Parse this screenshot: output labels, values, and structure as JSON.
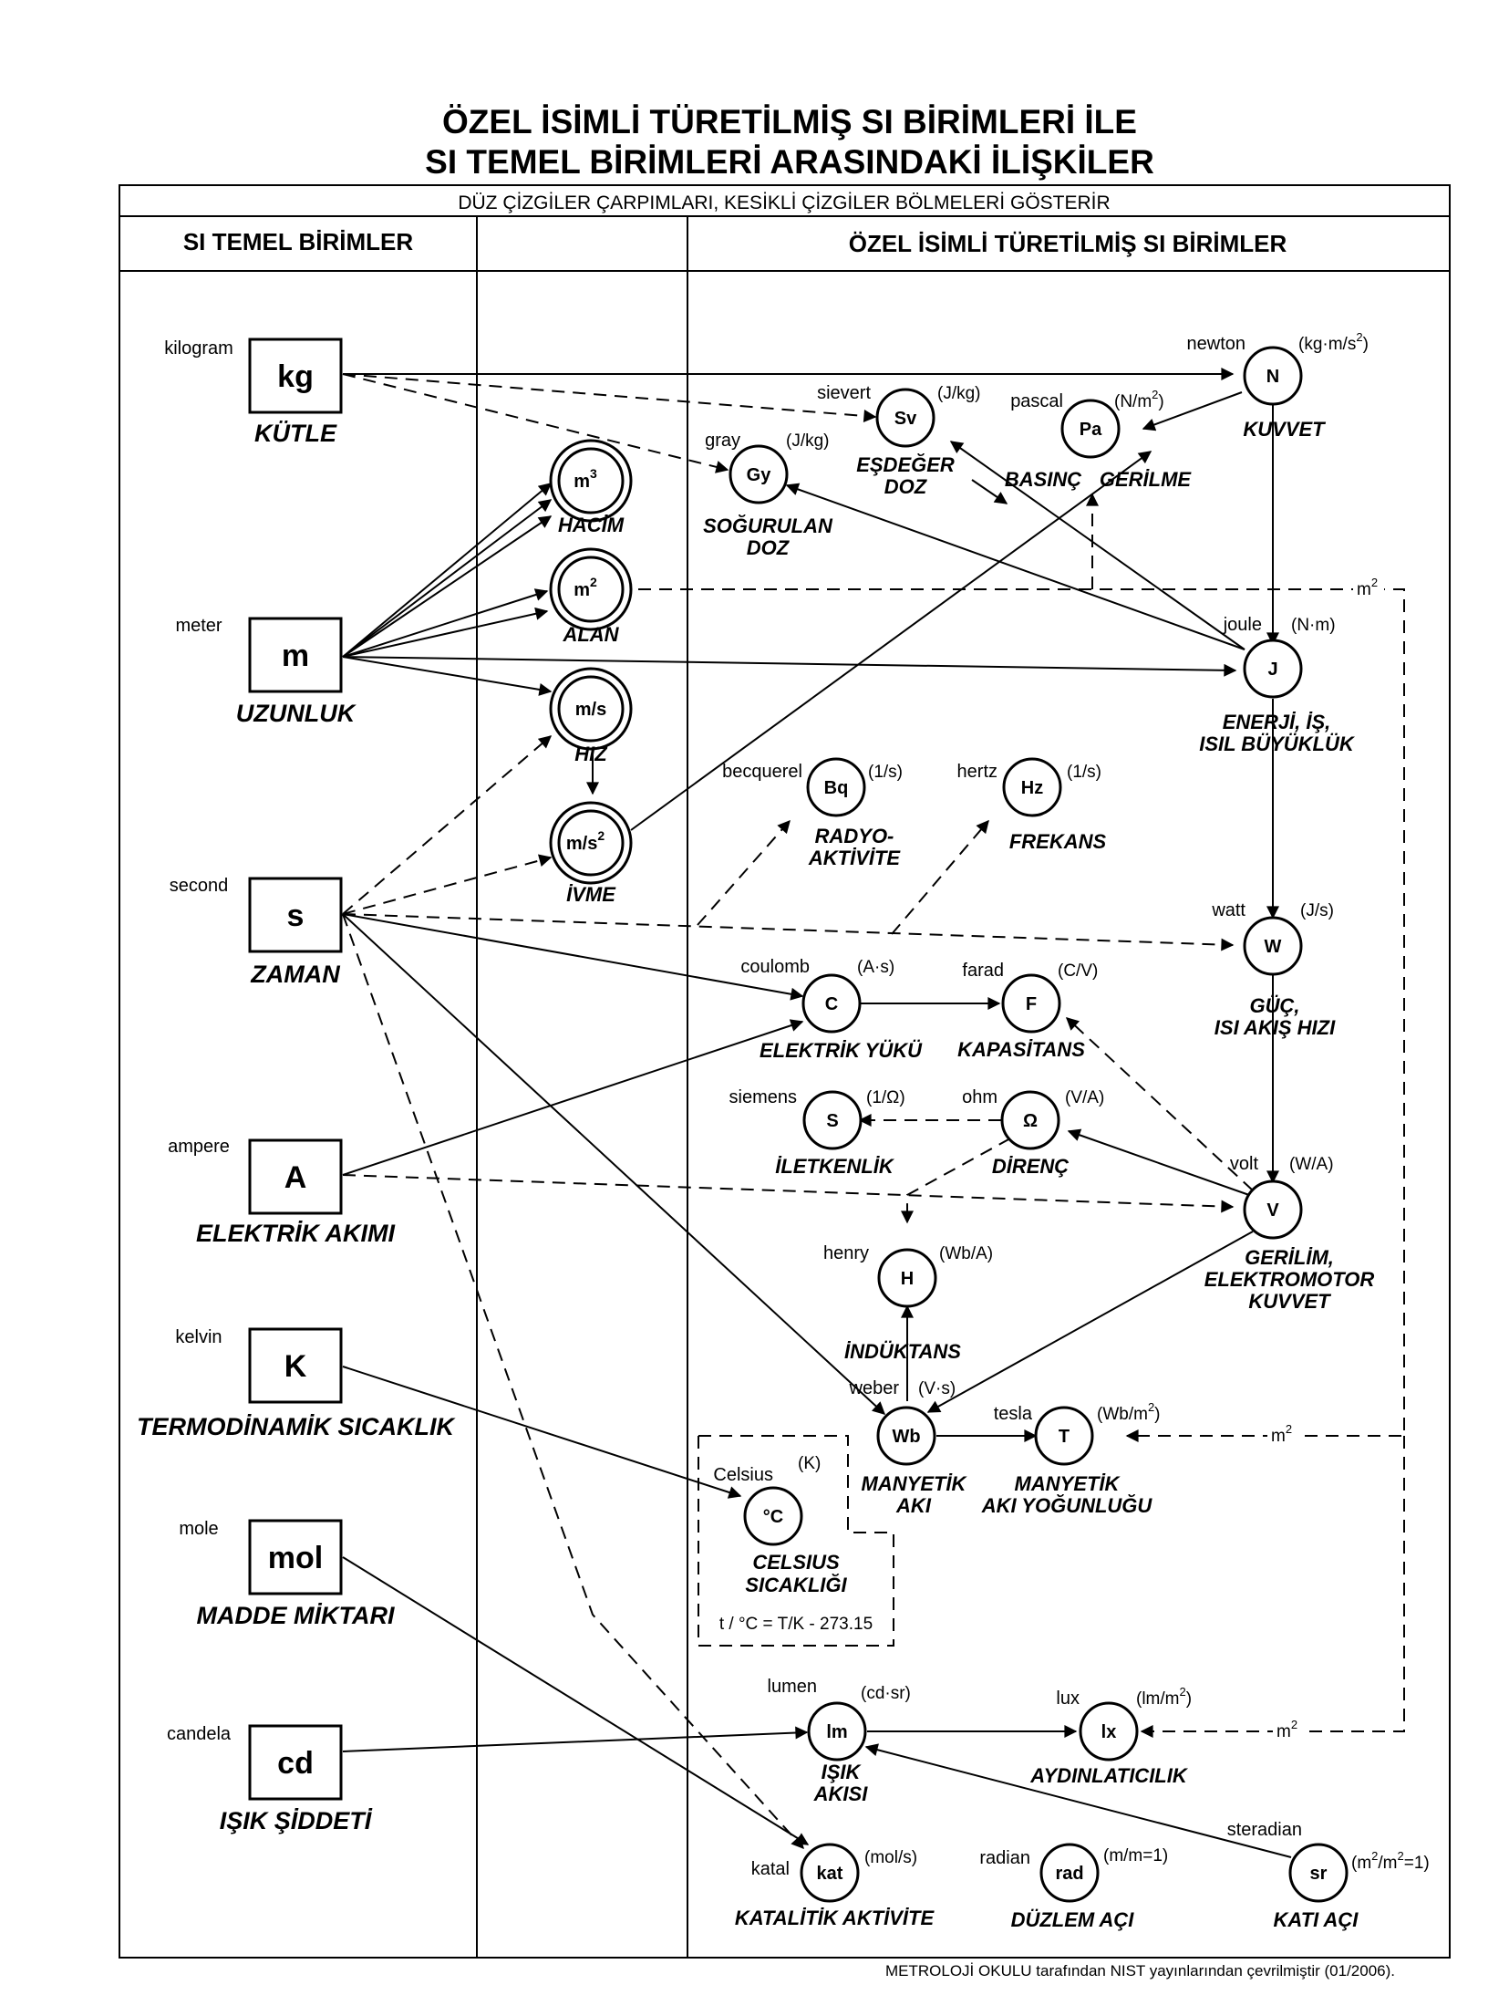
{
  "title": {
    "line1": "ÖZEL İSİMLİ TÜRETİLMİŞ SI BİRİMLERİ İLE",
    "line2": "SI TEMEL BİRİMLERİ ARASINDAKİ İLİŞKİLER"
  },
  "subtitle": "DÜZ ÇİZGİLER ÇARPIMLARI, KESİKLİ ÇİZGİLER BÖLMELERİ GÖSTERİR",
  "headers": {
    "left": "SI TEMEL BİRİMLER",
    "right": "ÖZEL İSİMLİ TÜRETİLMİŞ SI BİRİMLER"
  },
  "base_units": [
    {
      "id": "kg",
      "name": "kilogram",
      "symbol": "kg",
      "quantity": "KÜTLE"
    },
    {
      "id": "m",
      "name": "meter",
      "symbol": "m",
      "quantity": "UZUNLUK"
    },
    {
      "id": "s",
      "name": "second",
      "symbol": "s",
      "quantity": "ZAMAN"
    },
    {
      "id": "A",
      "name": "ampere",
      "symbol": "A",
      "quantity": "ELEKTRİK AKIMI"
    },
    {
      "id": "K",
      "name": "kelvin",
      "symbol": "K",
      "quantity": "TERMODİNAMİK SICAKLIK"
    },
    {
      "id": "mol",
      "name": "mole",
      "symbol": "mol",
      "quantity": "MADDE MİKTARI"
    },
    {
      "id": "cd",
      "name": "candela",
      "symbol": "cd",
      "quantity": "IŞIK ŞİDDETİ"
    }
  ],
  "intermediate_units": [
    {
      "id": "m3",
      "symbol": "m",
      "sup": "3",
      "quantity": [
        "HACİM"
      ]
    },
    {
      "id": "m2",
      "symbol": "m",
      "sup": "2",
      "quantity": [
        "ALAN"
      ]
    },
    {
      "id": "ms",
      "symbol": "m/s",
      "sup": "",
      "quantity": [
        "HIZ"
      ]
    },
    {
      "id": "ms2",
      "symbol": "m/s",
      "sup": "2",
      "quantity": [
        "İVME"
      ]
    }
  ],
  "derived_units": [
    {
      "id": "N",
      "name": "newton",
      "symbol": "N",
      "formula": "(kg·m/s",
      "formula_sup": "2",
      "formula_end": ")",
      "quantity": [
        "KUVVET"
      ]
    },
    {
      "id": "Pa",
      "name": "pascal",
      "symbol": "Pa",
      "formula": "(N/m",
      "formula_sup": "2",
      "formula_end": ")",
      "quantity": [
        "BASINÇ",
        "GERİLME"
      ]
    },
    {
      "id": "Sv",
      "name": "sievert",
      "symbol": "Sv",
      "formula": "(J/kg)",
      "quantity": [
        "EŞDEĞER",
        "DOZ"
      ]
    },
    {
      "id": "Gy",
      "name": "gray",
      "symbol": "Gy",
      "formula": "(J/kg)",
      "quantity": [
        "SOĞURULAN",
        "DOZ"
      ]
    },
    {
      "id": "J",
      "name": "joule",
      "symbol": "J",
      "formula": "(N·m)",
      "quantity": [
        "ENERJİ, İŞ,",
        "ISIL BÜYÜKLÜK"
      ]
    },
    {
      "id": "Bq",
      "name": "becquerel",
      "symbol": "Bq",
      "formula": "(1/s)",
      "quantity": [
        "RADYO-",
        "AKTİVİTE"
      ]
    },
    {
      "id": "Hz",
      "name": "hertz",
      "symbol": "Hz",
      "formula": "(1/s)",
      "quantity": [
        "FREKANS"
      ]
    },
    {
      "id": "W",
      "name": "watt",
      "symbol": "W",
      "formula": "(J/s)",
      "quantity": [
        "GÜÇ,",
        "ISI AKIŞ HIZI"
      ]
    },
    {
      "id": "C",
      "name": "coulomb",
      "symbol": "C",
      "formula": "(A·s)",
      "quantity": [
        "ELEKTRİK YÜKÜ"
      ]
    },
    {
      "id": "F",
      "name": "farad",
      "symbol": "F",
      "formula": "(C/V)",
      "quantity": [
        "KAPASİTANS"
      ]
    },
    {
      "id": "S",
      "name": "siemens",
      "symbol": "S",
      "formula": "(1/Ω)",
      "quantity": [
        "İLETKENLİK"
      ]
    },
    {
      "id": "Ohm",
      "name": "ohm",
      "symbol": "Ω",
      "formula": "(V/A)",
      "quantity": [
        "DİRENÇ"
      ]
    },
    {
      "id": "V",
      "name": "volt",
      "symbol": "V",
      "formula": "(W/A)",
      "quantity": [
        "GERİLİM,",
        "ELEKTROMOTOR",
        "KUVVET"
      ]
    },
    {
      "id": "H",
      "name": "henry",
      "symbol": "H",
      "formula": "(Wb/A)",
      "quantity": [
        "İNDÜKTANS"
      ]
    },
    {
      "id": "Wb",
      "name": "weber",
      "symbol": "Wb",
      "formula": "(V·s)",
      "quantity": [
        "MANYETİK",
        "AKI"
      ]
    },
    {
      "id": "T",
      "name": "tesla",
      "symbol": "T",
      "formula": "(Wb/m",
      "formula_sup": "2",
      "formula_end": ")",
      "quantity": [
        "MANYETİK",
        "AKI YOĞUNLUĞU"
      ]
    },
    {
      "id": "degC",
      "name": "Celsius",
      "symbol": "°C",
      "formula": "(K)",
      "quantity": [
        "CELSIUS",
        "SICAKLIĞI"
      ]
    },
    {
      "id": "lm",
      "name": "lumen",
      "symbol": "lm",
      "formula": "(cd·sr)",
      "quantity": [
        "IŞIK",
        "AKISI"
      ]
    },
    {
      "id": "lx",
      "name": "lux",
      "symbol": "lx",
      "formula": "(lm/m",
      "formula_sup": "2",
      "formula_end": ")",
      "quantity": [
        "AYDINLATICILIK"
      ]
    },
    {
      "id": "kat",
      "name": "katal",
      "symbol": "kat",
      "formula": "(mol/s)",
      "quantity": [
        "KATALİTİK AKTİVİTE"
      ]
    },
    {
      "id": "rad",
      "name": "radian",
      "symbol": "rad",
      "formula": "(m/m=1)",
      "quantity": [
        "DÜZLEM AÇI"
      ]
    },
    {
      "id": "sr",
      "name": "steradian",
      "symbol": "sr",
      "formula": "(m",
      "formula_sup": "2",
      "formula_mid": "/m",
      "formula_sup2": "2",
      "formula_end": "=1)",
      "quantity": [
        "KATI AÇI"
      ]
    }
  ],
  "celsius_formula": "t / °C = T/K - 273.15",
  "m2_label": "m",
  "m2_sup": "2",
  "footer": "METROLOJİ OKULU tarafından NIST yayınlarından çevrilmiştir (01/2006)."
}
